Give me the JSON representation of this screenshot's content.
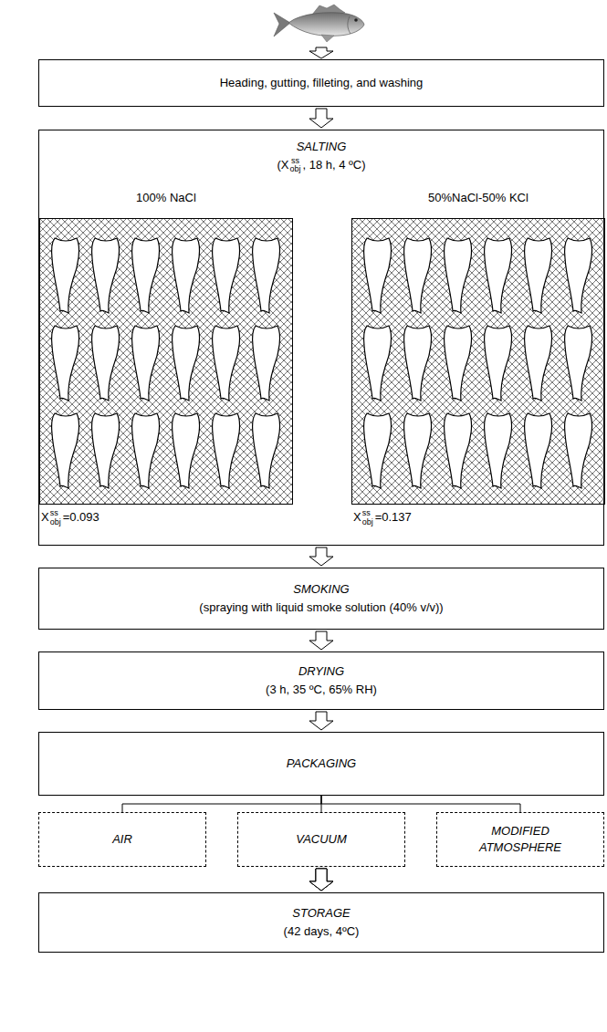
{
  "diagram": {
    "nodes": [
      {
        "text": [
          "Heading, gutting, filleting, and washing"
        ]
      },
      {
        "text": [
          "SALTING",
          "(X",
          "ss",
          "obj",
          ", 18 h, 4 ºC)"
        ]
      },
      {
        "text": [
          "100% NaCl",
          "X",
          "ss",
          "obj",
          "=0.093"
        ],
        "in": 1
      },
      {
        "text": [
          "50%NaCl-50% KCl",
          "X",
          "ss",
          "obj",
          "=0.137"
        ],
        "in": 1
      },
      {
        "text": [
          "SMOKING",
          "(spraying with liquid smoke solution (40% v/v))"
        ]
      },
      {
        "text": [
          "DRYING",
          "(3 h, 35 ºC, 65% RH)"
        ]
      },
      {
        "text": [
          "PACKAGING"
        ]
      },
      {
        "text": [
          "AIR"
        ]
      },
      {
        "text": [
          "VACUUM"
        ]
      },
      {
        "text": [
          "MODIFIED ATMOSPHERE"
        ]
      },
      {
        "text": [
          "STORAGE",
          "(42 days, 4ºC)"
        ]
      }
    ],
    "edges": [
      {
        "from": 0,
        "to": 1,
        "arrow": "to"
      },
      {
        "from": 1,
        "to": 4,
        "arrow": "to"
      },
      {
        "from": 4,
        "to": 5,
        "arrow": "to"
      },
      {
        "from": 5,
        "to": 6,
        "arrow": "to"
      },
      {
        "from": 6,
        "to": 7,
        "arrow": "none"
      },
      {
        "from": 6,
        "to": 8,
        "arrow": "none"
      },
      {
        "from": 6,
        "to": 9,
        "arrow": "none"
      },
      {
        "from": 7,
        "to": 10,
        "arrow": "to"
      },
      {
        "from": 8,
        "to": 10,
        "arrow": "to"
      },
      {
        "from": 9,
        "to": 10,
        "arrow": "to"
      }
    ]
  }
}
